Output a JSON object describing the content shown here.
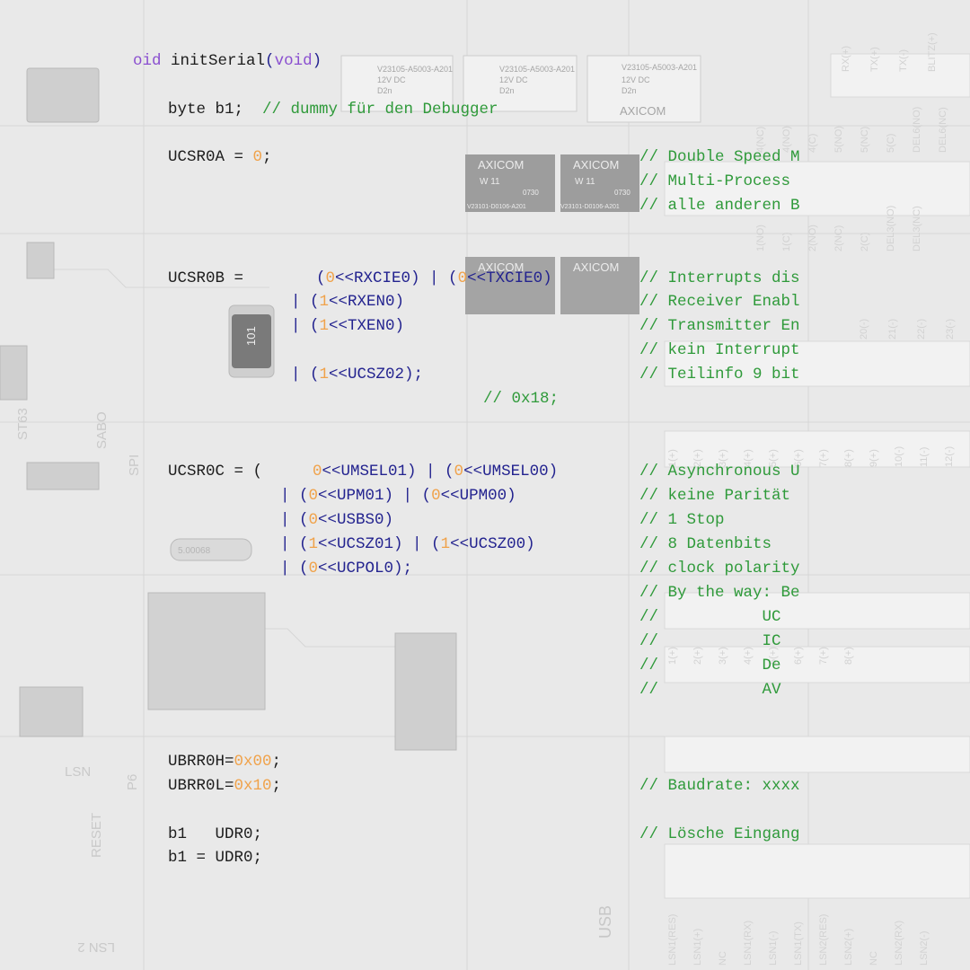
{
  "palette": {
    "plain": "#1d1d1d",
    "keyword": "#8a4fd0",
    "variable": "#23238f",
    "number": "#f0a24a",
    "comment": "#2f9a3a"
  },
  "code_lines": [
    {
      "segs": [
        {
          "t": "oid",
          "c": "keyword"
        },
        {
          "t": " initSerial",
          "c": "plain"
        },
        {
          "t": "(",
          "c": "variable"
        },
        {
          "t": "void",
          "c": "keyword"
        },
        {
          "t": ")",
          "c": "variable"
        }
      ]
    },
    {
      "segs": [
        {
          "t": "byte b1;",
          "c": "plain"
        },
        {
          "t": "  // dummy für den Debugger",
          "c": "comment"
        }
      ]
    },
    {
      "segs": [
        {
          "t": "UCSR0A = ",
          "c": "plain"
        },
        {
          "t": "0",
          "c": "number"
        },
        {
          "t": ";",
          "c": "plain"
        }
      ]
    },
    {
      "segs": [
        {
          "t": "// Double Speed M",
          "c": "comment"
        }
      ]
    },
    {
      "segs": [
        {
          "t": "// Multi-Process",
          "c": "comment"
        }
      ]
    },
    {
      "segs": [
        {
          "t": "// alle anderen B",
          "c": "comment"
        }
      ]
    },
    {
      "segs": [
        {
          "t": "UCSR0B =",
          "c": "plain"
        }
      ]
    },
    {
      "segs": [
        {
          "t": "(",
          "c": "variable"
        },
        {
          "t": "0",
          "c": "number"
        },
        {
          "t": "<<RXCIE0) | (",
          "c": "variable"
        },
        {
          "t": "0",
          "c": "number"
        },
        {
          "t": "<<TXCIE0)",
          "c": "variable"
        }
      ]
    },
    {
      "segs": [
        {
          "t": "// Interrupts dis",
          "c": "comment"
        }
      ]
    },
    {
      "segs": [
        {
          "t": "| (",
          "c": "variable"
        },
        {
          "t": "1",
          "c": "number"
        },
        {
          "t": "<<RXEN0)",
          "c": "variable"
        }
      ]
    },
    {
      "segs": [
        {
          "t": "// Receiver Enabl",
          "c": "comment"
        }
      ]
    },
    {
      "segs": [
        {
          "t": "| (",
          "c": "variable"
        },
        {
          "t": "1",
          "c": "number"
        },
        {
          "t": "<<TXEN0)",
          "c": "variable"
        }
      ]
    },
    {
      "segs": [
        {
          "t": "// Transmitter En",
          "c": "comment"
        }
      ]
    },
    {
      "segs": [
        {
          "t": "// kein Interrupt",
          "c": "comment"
        }
      ]
    },
    {
      "segs": [
        {
          "t": "| (",
          "c": "variable"
        },
        {
          "t": "1",
          "c": "number"
        },
        {
          "t": "<<UCSZ02);",
          "c": "variable"
        }
      ]
    },
    {
      "segs": [
        {
          "t": "// Teilinfo 9 bit",
          "c": "comment"
        }
      ]
    },
    {
      "segs": [
        {
          "t": "// 0x18;",
          "c": "comment"
        }
      ]
    },
    {
      "segs": [
        {
          "t": "UCSR0C = (",
          "c": "plain"
        }
      ]
    },
    {
      "segs": [
        {
          "t": "0",
          "c": "number"
        },
        {
          "t": "<<UMSEL01) | (",
          "c": "variable"
        },
        {
          "t": "0",
          "c": "number"
        },
        {
          "t": "<<UMSEL00)",
          "c": "variable"
        }
      ]
    },
    {
      "segs": [
        {
          "t": "// Asynchronous U",
          "c": "comment"
        }
      ]
    },
    {
      "segs": [
        {
          "t": "| (",
          "c": "variable"
        },
        {
          "t": "0",
          "c": "number"
        },
        {
          "t": "<<UPM01) | (",
          "c": "variable"
        },
        {
          "t": "0",
          "c": "number"
        },
        {
          "t": "<<UPM00)",
          "c": "variable"
        }
      ]
    },
    {
      "segs": [
        {
          "t": "// keine Parität",
          "c": "comment"
        }
      ]
    },
    {
      "segs": [
        {
          "t": "| (",
          "c": "variable"
        },
        {
          "t": "0",
          "c": "number"
        },
        {
          "t": "<<USBS0)",
          "c": "variable"
        }
      ]
    },
    {
      "segs": [
        {
          "t": "// 1 Stop",
          "c": "comment"
        }
      ]
    },
    {
      "segs": [
        {
          "t": "| (",
          "c": "variable"
        },
        {
          "t": "1",
          "c": "number"
        },
        {
          "t": "<<UCSZ01) | (",
          "c": "variable"
        },
        {
          "t": "1",
          "c": "number"
        },
        {
          "t": "<<UCSZ00)",
          "c": "variable"
        }
      ]
    },
    {
      "segs": [
        {
          "t": "// 8 Datenbits",
          "c": "comment"
        }
      ]
    },
    {
      "segs": [
        {
          "t": "| (",
          "c": "variable"
        },
        {
          "t": "0",
          "c": "number"
        },
        {
          "t": "<<UCPOL0);",
          "c": "variable"
        }
      ]
    },
    {
      "segs": [
        {
          "t": "// clock polarity",
          "c": "comment"
        }
      ]
    },
    {
      "segs": [
        {
          "t": "// By the way: Be",
          "c": "comment"
        }
      ]
    },
    {
      "segs": [
        {
          "t": "//           UC",
          "c": "comment"
        }
      ]
    },
    {
      "segs": [
        {
          "t": "//           IC",
          "c": "comment"
        }
      ]
    },
    {
      "segs": [
        {
          "t": "//           De",
          "c": "comment"
        }
      ]
    },
    {
      "segs": [
        {
          "t": "//           AV",
          "c": "comment"
        }
      ]
    },
    {
      "segs": [
        {
          "t": "UBRR0H=",
          "c": "plain"
        },
        {
          "t": "0x00",
          "c": "number"
        },
        {
          "t": ";",
          "c": "plain"
        }
      ]
    },
    {
      "segs": [
        {
          "t": "UBRR0L=",
          "c": "plain"
        },
        {
          "t": "0x10",
          "c": "number"
        },
        {
          "t": ";",
          "c": "plain"
        }
      ]
    },
    {
      "segs": [
        {
          "t": "// Baudrate: xxxx",
          "c": "comment"
        }
      ]
    },
    {
      "segs": [
        {
          "t": "b1   UDR0;",
          "c": "plain"
        }
      ]
    },
    {
      "segs": [
        {
          "t": "// Lösche Eingang",
          "c": "comment"
        }
      ]
    },
    {
      "segs": [
        {
          "t": "b1 = UDR0;",
          "c": "plain"
        }
      ]
    }
  ],
  "board": {
    "relay_top": [
      "V23105-A5003-A201",
      "12V DC",
      "D2n",
      "AXICOM"
    ],
    "relay_small": [
      "AXICOM",
      "W 11",
      "0730",
      "V23101-D0106-A201"
    ],
    "inductor": "101",
    "labels_left": [
      "ST63",
      "SABO",
      "SPI",
      "RESET",
      "P6",
      "LSN",
      "LSN 2"
    ],
    "usb": "USB",
    "connector_top": [
      "RX(+)",
      "TX(+)",
      "TX(-)",
      "BLITZ(+)"
    ],
    "connector_mid": [
      "4(NC)",
      "4(NO)",
      "4(C)",
      "5(NO)",
      "5(NC)",
      "5(C)",
      "DEL6(NO)",
      "DEL6(NC)"
    ],
    "connector_row2": [
      "1(NO)",
      "1(C)",
      "2(NO)",
      "2(NC)",
      "2(C)",
      "DEL3(NO)",
      "DEL3(NC)"
    ],
    "connector_row3": [
      "20(-)",
      "21(-)",
      "22(-)",
      "23(-)"
    ],
    "connector_row4": [
      "1(+)",
      "2(+)",
      "3(+)",
      "4(+)",
      "5(+)",
      "6(+)",
      "7(+)",
      "8(+)",
      "9(+)",
      "10(-)",
      "11(-)",
      "12(-)"
    ],
    "connector_row5": [
      "1(+)",
      "2(+)",
      "3(+)",
      "4(+)",
      "5(+)",
      "6(+)",
      "7(+)",
      "8(+)"
    ],
    "connector_bottom": [
      "LSN1(RES)",
      "LSN1(+)",
      "NC",
      "LSN1(RX)",
      "LSN1(-)",
      "LSN1(TX)",
      "LSN2(RES)",
      "LSN2(+)",
      "NC",
      "LSN2(RX)",
      "LSN2(-)"
    ],
    "crystal": "5.00068"
  }
}
